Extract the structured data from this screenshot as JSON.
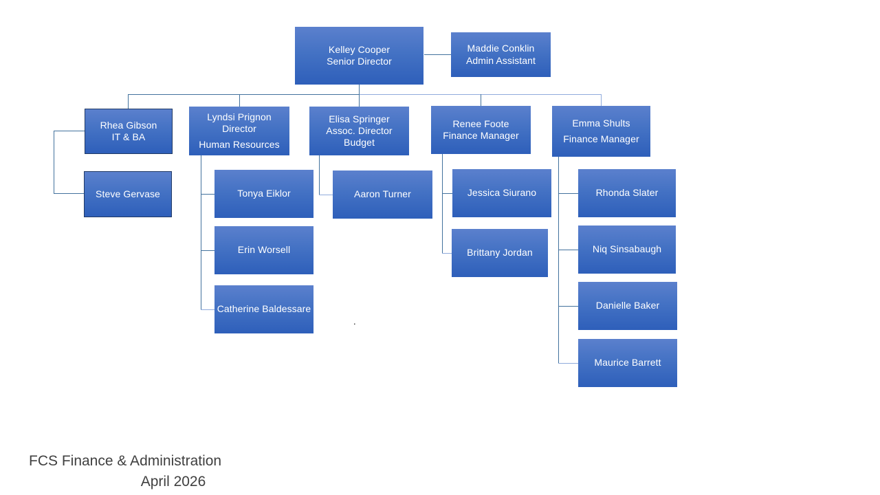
{
  "caption": {
    "line1": "FCS Finance & Administration",
    "line2": "April 2026"
  },
  "stray_mark": ".",
  "colors": {
    "box_fill_top": "#5B80CD",
    "box_fill_mid": "#4472C4",
    "box_fill_bottom": "#2E5FBA",
    "box_outline": "#1F3864",
    "connector": "#41719C",
    "connector_pale": "#8FAADC",
    "text": "#FFFFFF",
    "caption_text": "#404040",
    "background": "#FFFFFF"
  },
  "org_chart": {
    "type": "org-chart",
    "nodes": [
      {
        "id": "kelley-cooper",
        "lines": [
          "Kelley Cooper",
          "Senior Director"
        ],
        "level": 1,
        "outlined": false
      },
      {
        "id": "maddie-conklin",
        "lines": [
          "Maddie Conklin",
          "Admin Assistant"
        ],
        "level": 1,
        "outlined": false
      },
      {
        "id": "rhea-gibson",
        "lines": [
          "Rhea Gibson",
          "IT & BA"
        ],
        "level": 2,
        "outlined": true
      },
      {
        "id": "lyndsi-prignon",
        "lines": [
          "Lyndsi Prignon",
          "Director",
          "Human Resources"
        ],
        "level": 2,
        "outlined": false
      },
      {
        "id": "elisa-springer",
        "lines": [
          "Elisa Springer",
          "Assoc. Director",
          "Budget"
        ],
        "level": 2,
        "outlined": false
      },
      {
        "id": "renee-foote",
        "lines": [
          "Renee Foote",
          "Finance Manager"
        ],
        "level": 2,
        "outlined": false
      },
      {
        "id": "emma-shults",
        "lines": [
          "Emma Shults",
          "Finance Manager"
        ],
        "level": 2,
        "outlined": false
      },
      {
        "id": "steve-gervase",
        "lines": [
          "Steve Gervase"
        ],
        "level": 3,
        "outlined": true
      },
      {
        "id": "tonya-eiklor",
        "lines": [
          "Tonya Eiklor"
        ],
        "level": 3,
        "outlined": false
      },
      {
        "id": "erin-worsell",
        "lines": [
          "Erin Worsell"
        ],
        "level": 3,
        "outlined": false
      },
      {
        "id": "catherine-baldessare",
        "lines": [
          "Catherine Baldessare"
        ],
        "level": 3,
        "outlined": false
      },
      {
        "id": "aaron-turner",
        "lines": [
          "Aaron Turner"
        ],
        "level": 3,
        "outlined": false
      },
      {
        "id": "jessica-siurano",
        "lines": [
          "Jessica Siurano"
        ],
        "level": 3,
        "outlined": false
      },
      {
        "id": "brittany-jordan",
        "lines": [
          "Brittany Jordan"
        ],
        "level": 3,
        "outlined": false
      },
      {
        "id": "rhonda-slater",
        "lines": [
          "Rhonda Slater"
        ],
        "level": 3,
        "outlined": false
      },
      {
        "id": "niq-sinsabaugh",
        "lines": [
          "Niq Sinsabaugh"
        ],
        "level": 3,
        "outlined": false
      },
      {
        "id": "danielle-baker",
        "lines": [
          "Danielle Baker"
        ],
        "level": 3,
        "outlined": false
      },
      {
        "id": "maurice-barrett",
        "lines": [
          "Maurice Barrett"
        ],
        "level": 3,
        "outlined": false
      }
    ],
    "edges": [
      {
        "from": "kelley-cooper",
        "to": "maddie-conklin",
        "style": "assistant"
      },
      {
        "from": "kelley-cooper",
        "to": "rhea-gibson"
      },
      {
        "from": "kelley-cooper",
        "to": "lyndsi-prignon"
      },
      {
        "from": "kelley-cooper",
        "to": "elisa-springer"
      },
      {
        "from": "kelley-cooper",
        "to": "renee-foote"
      },
      {
        "from": "kelley-cooper",
        "to": "emma-shults"
      },
      {
        "from": "rhea-gibson",
        "to": "steve-gervase"
      },
      {
        "from": "lyndsi-prignon",
        "to": "tonya-eiklor"
      },
      {
        "from": "lyndsi-prignon",
        "to": "erin-worsell"
      },
      {
        "from": "lyndsi-prignon",
        "to": "catherine-baldessare"
      },
      {
        "from": "elisa-springer",
        "to": "aaron-turner"
      },
      {
        "from": "renee-foote",
        "to": "jessica-siurano"
      },
      {
        "from": "renee-foote",
        "to": "brittany-jordan"
      },
      {
        "from": "emma-shults",
        "to": "rhonda-slater"
      },
      {
        "from": "emma-shults",
        "to": "niq-sinsabaugh"
      },
      {
        "from": "emma-shults",
        "to": "danielle-baker"
      },
      {
        "from": "emma-shults",
        "to": "maurice-barrett"
      }
    ]
  }
}
